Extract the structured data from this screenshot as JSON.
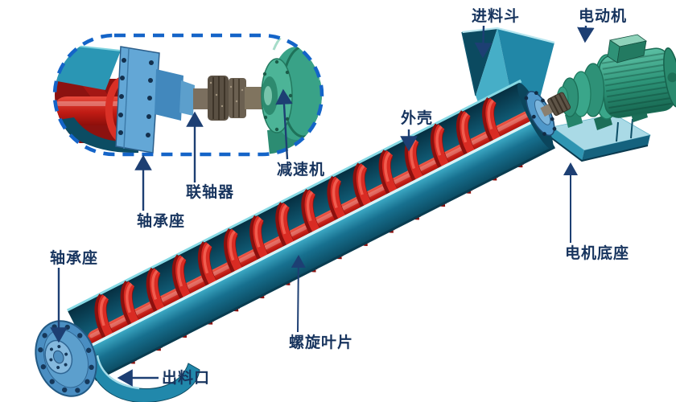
{
  "diagram": {
    "subject": "screw-conveyor-structure-diagram",
    "labels": {
      "feed_hopper": {
        "text": "进料斗"
      },
      "electric_motor": {
        "text": "电动机"
      },
      "casing": {
        "text": "外壳"
      },
      "reducer": {
        "text": "减速机"
      },
      "coupling": {
        "text": "联轴器"
      },
      "bearing_seat_upper": {
        "text": "轴承座"
      },
      "bearing_seat_lower": {
        "text": "轴承座"
      },
      "motor_base": {
        "text": "电机底座"
      },
      "spiral_blade": {
        "text": "螺旋叶片"
      },
      "discharge_outlet": {
        "text": "出料口"
      }
    },
    "colors": {
      "label_text": "#17345e",
      "callout_arrow": "#1d3f73",
      "inset_border": "#1464c8",
      "trough_teal": "#1c7f9f",
      "screw_red": "#d92b23",
      "motor_green": "#35a286",
      "flange_blue": "#4a8ec2",
      "background": "#ffffff"
    }
  }
}
